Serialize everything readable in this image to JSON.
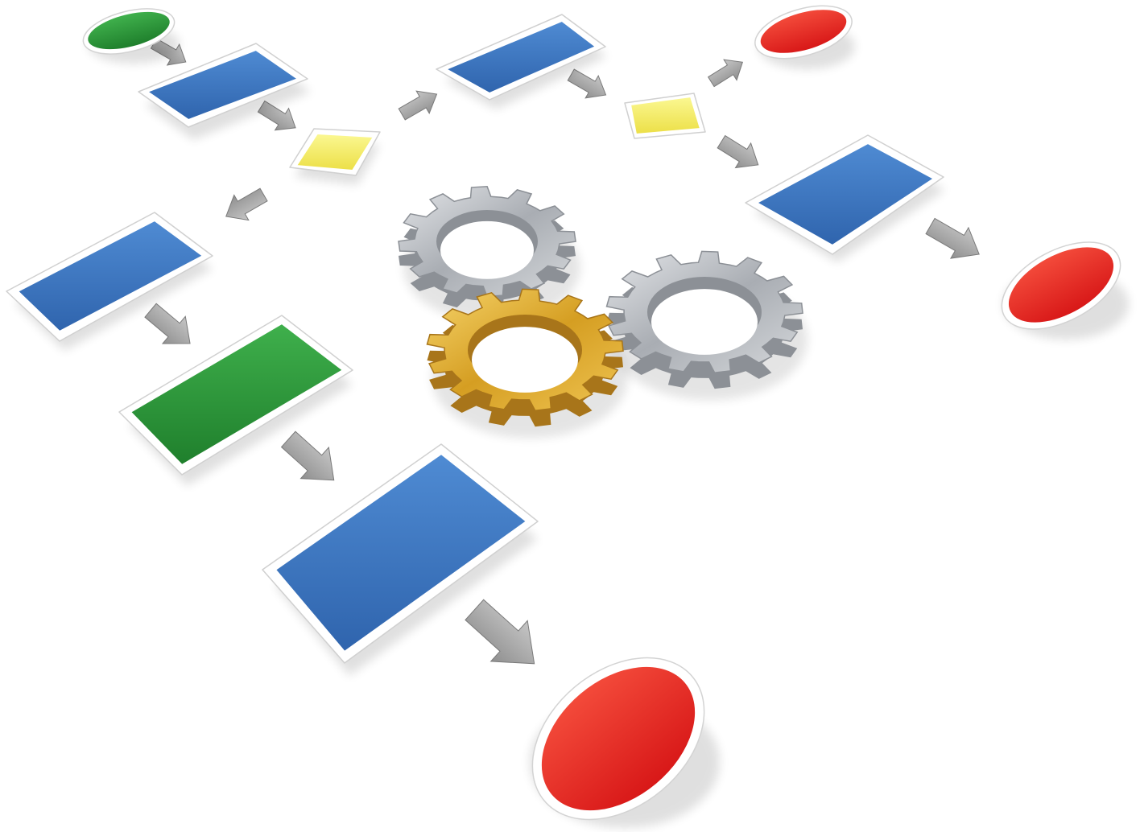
{
  "diagram": {
    "type": "flowchart-illustration",
    "colors": {
      "start": "#2c9a3a",
      "process": "#3a72bb",
      "decision": "#f2ee6a",
      "end": "#e52424",
      "arrow": "#a8a8a8",
      "gear_silver": "#bfc3c8",
      "gear_gold": "#e2b43a"
    },
    "nodes": [
      {
        "id": "start-oval",
        "kind": "start"
      },
      {
        "id": "process-1",
        "kind": "process"
      },
      {
        "id": "decision-1",
        "kind": "decision"
      },
      {
        "id": "process-2",
        "kind": "process"
      },
      {
        "id": "decision-2",
        "kind": "decision"
      },
      {
        "id": "end-1",
        "kind": "end"
      },
      {
        "id": "process-3",
        "kind": "process"
      },
      {
        "id": "end-2",
        "kind": "end"
      },
      {
        "id": "process-4",
        "kind": "process"
      },
      {
        "id": "process-5",
        "kind": "start"
      },
      {
        "id": "process-6",
        "kind": "process"
      },
      {
        "id": "end-3",
        "kind": "end"
      }
    ],
    "gears": [
      {
        "id": "gear-silver-top",
        "material": "silver"
      },
      {
        "id": "gear-gold",
        "material": "gold"
      },
      {
        "id": "gear-silver-right",
        "material": "silver"
      }
    ],
    "connector_icon": "arrow-icon",
    "text_labels": []
  }
}
